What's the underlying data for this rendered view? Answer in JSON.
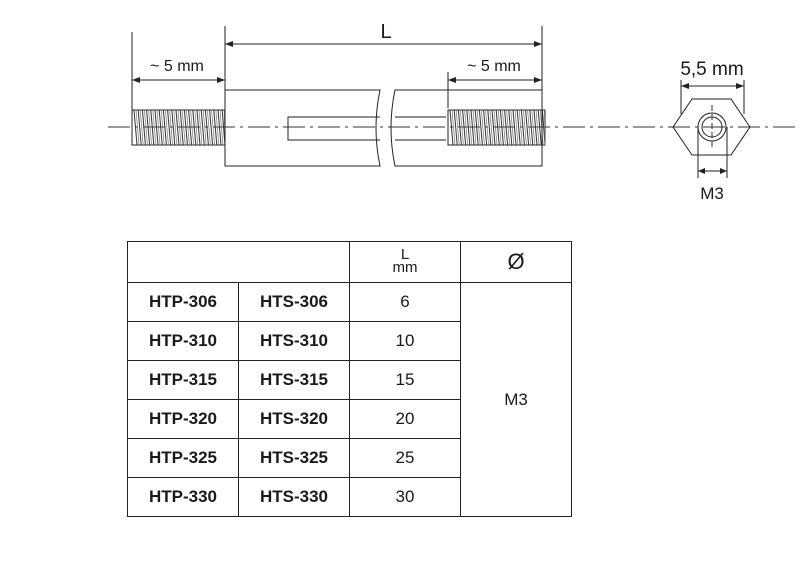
{
  "drawing": {
    "length_label": "L",
    "thread_left_label": "~ 5 mm",
    "thread_right_label": "~ 5 mm",
    "hex_width_label": "5,5 mm",
    "thread_size_label": "M3"
  },
  "table": {
    "header": {
      "length_title": "L",
      "length_unit": "mm",
      "diameter_symbol": "Ø"
    },
    "rows": [
      {
        "htp": "HTP-306",
        "hts": "HTS-306",
        "length": "6"
      },
      {
        "htp": "HTP-310",
        "hts": "HTS-310",
        "length": "10"
      },
      {
        "htp": "HTP-315",
        "hts": "HTS-315",
        "length": "15"
      },
      {
        "htp": "HTP-320",
        "hts": "HTS-320",
        "length": "20"
      },
      {
        "htp": "HTP-325",
        "hts": "HTS-325",
        "length": "25"
      },
      {
        "htp": "HTP-330",
        "hts": "HTS-330",
        "length": "30"
      }
    ],
    "diameter_value": "M3"
  }
}
